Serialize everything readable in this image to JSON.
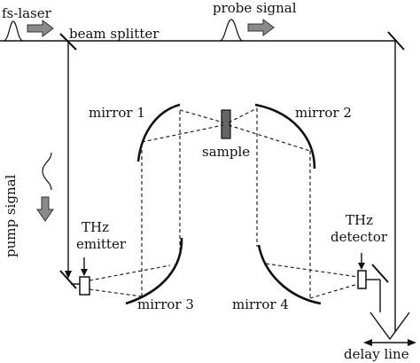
{
  "labels": {
    "fs_laser": "fs-laser",
    "beam_splitter": "beam splitter",
    "probe_signal": "probe signal",
    "mirror1": "mirror 1",
    "mirror2": "mirror 2",
    "mirror3": "mirror 3",
    "mirror4": "mirror 4",
    "sample": "sample",
    "pump_signal": "pump signal",
    "thz_emitter_line1": "THz",
    "thz_emitter_line2": "emitter",
    "thz_detector_line1": "THz",
    "thz_detector_line2": "detector",
    "delay_line": "delay line"
  },
  "colors": {
    "line": "#111111",
    "arrow_fill": "#8a8a8a",
    "sample_fill": "#666666"
  }
}
